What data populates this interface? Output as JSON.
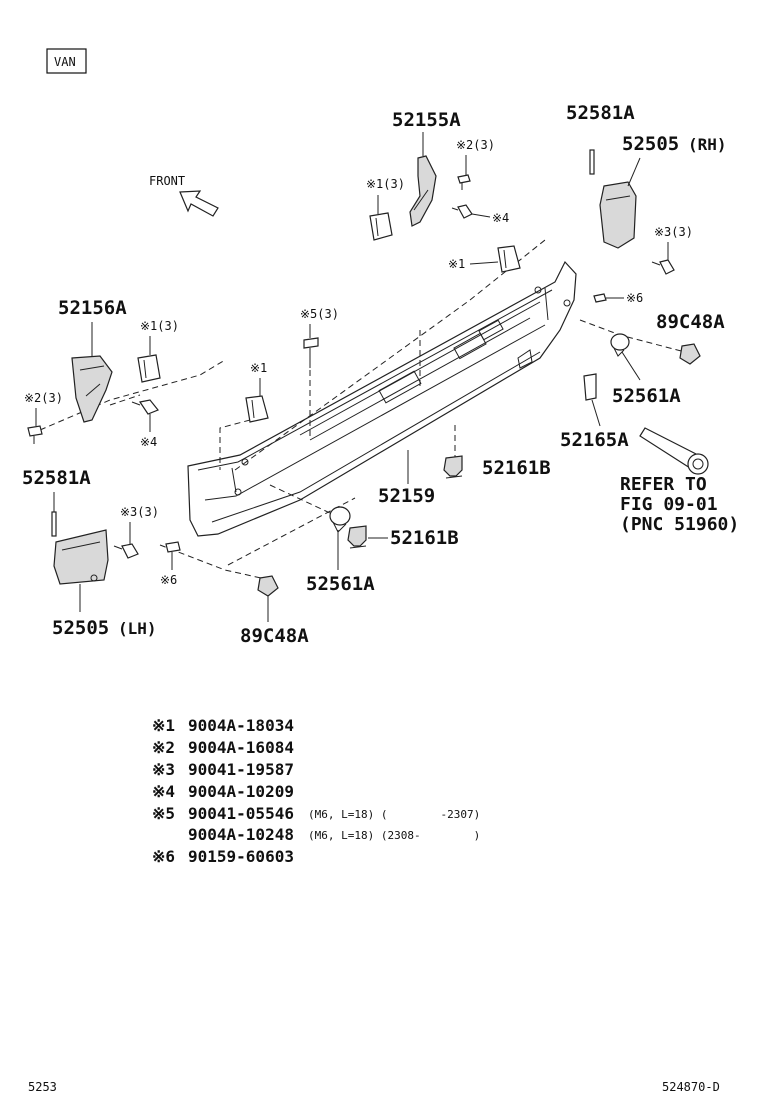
{
  "variant_label": "VAN",
  "front_label": "FRONT",
  "parts": {
    "p52155A": "52155A",
    "p52581A_rh": "52581A",
    "p52505_rh": "52505",
    "p52505_rh_side": "(RH)",
    "p52156A": "52156A",
    "p89C48A_rh": "89C48A",
    "p52561A_rh": "52561A",
    "p52165A": "52165A",
    "p52161B_a": "52161B",
    "p52159": "52159",
    "p52581A_lh": "52581A",
    "p52161B_b": "52161B",
    "p52561A_lh": "52561A",
    "p52505_lh": "52505",
    "p52505_lh_side": "(LH)",
    "p89C48A_lh": "89C48A"
  },
  "callouts": {
    "c2_3_top": "※2(3)",
    "c1_3_top": "※1(3)",
    "c4_top": "※4",
    "c1_mid": "※1",
    "c3_3_rh": "※3(3)",
    "c6_rh": "※6",
    "c5_3": "※5(3)",
    "c1_3_left": "※1(3)",
    "c1_left": "※1",
    "c2_3_left": "※2(3)",
    "c4_left": "※4",
    "c3_3_lh": "※3(3)",
    "c6_lh": "※6"
  },
  "reference": {
    "line1": "REFER TO",
    "line2": "FIG 09-01",
    "line3": "(PNC 51960)"
  },
  "legend": [
    {
      "mark": "※1",
      "part": "9004A-18034",
      "note": ""
    },
    {
      "mark": "※2",
      "part": "9004A-16084",
      "note": ""
    },
    {
      "mark": "※3",
      "part": "90041-19587",
      "note": ""
    },
    {
      "mark": "※4",
      "part": "9004A-10209",
      "note": ""
    },
    {
      "mark": "※5",
      "part": "90041-05546",
      "note": "(M6, L=18) (        -2307)"
    },
    {
      "mark": "",
      "part": "9004A-10248",
      "note": "(M6, L=18) (2308-        )"
    },
    {
      "mark": "※6",
      "part": "90159-60603",
      "note": ""
    }
  ],
  "footer": {
    "left": "5253",
    "right": "524870-D"
  }
}
